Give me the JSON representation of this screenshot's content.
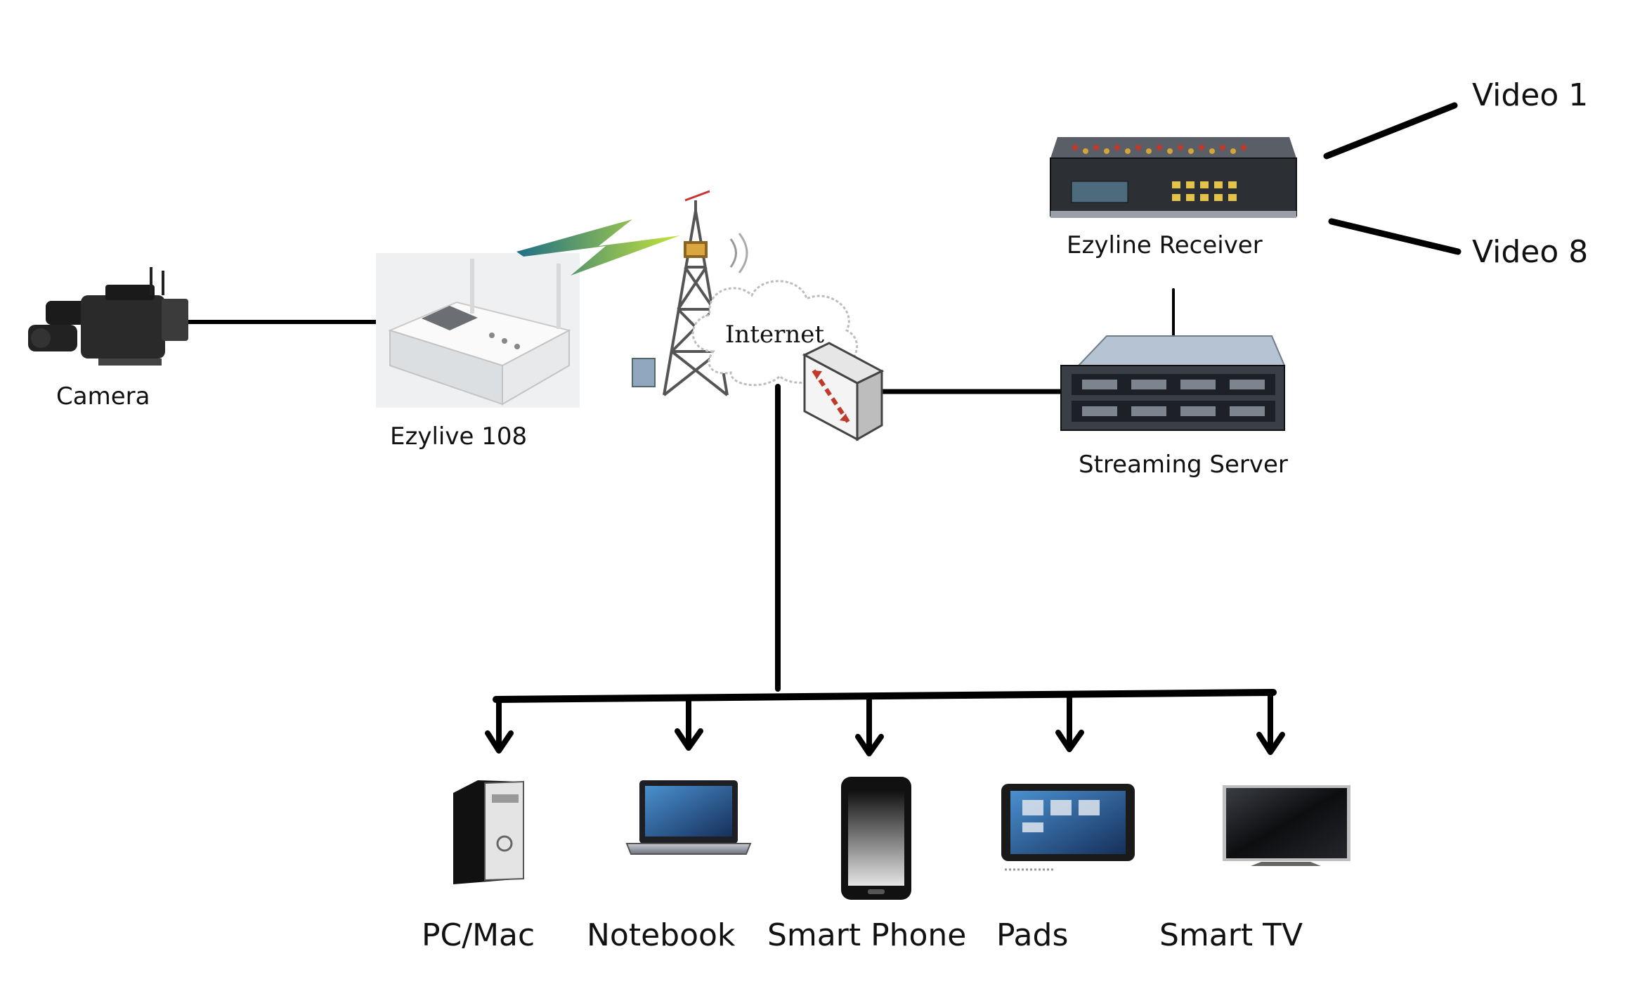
{
  "diagram": {
    "source_labels": {
      "camera": "Camera",
      "encoder": "Ezylive 108",
      "cloud": "Internet",
      "receiver": "Ezyline Receiver",
      "server": "Streaming Server"
    },
    "outputs": [
      "Video 1",
      "Video 8"
    ],
    "devices": [
      "PC/Mac",
      "Notebook",
      "Smart Phone",
      "Pads",
      "Smart TV"
    ]
  }
}
